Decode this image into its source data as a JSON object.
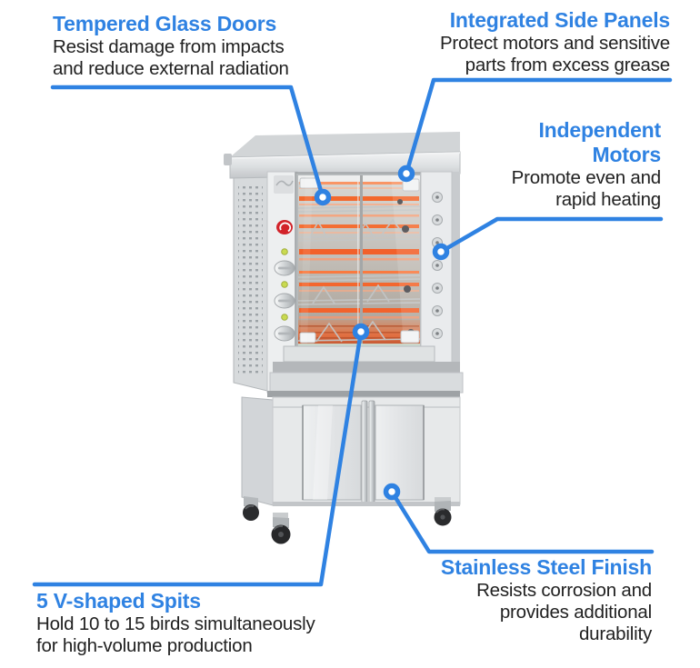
{
  "diagram": {
    "accent_color": "#2f82e2",
    "text_color": "#212121",
    "icons": {
      "callout_marker": "circle-dot",
      "product_image": "rotisserie-oven"
    },
    "callouts": {
      "tempered_glass": {
        "title": "Tempered Glass Doors",
        "description": "Resist damage from impacts\nand reduce external radiation"
      },
      "integrated_side_panels": {
        "title": "Integrated Side Panels",
        "description": "Protect motors and sensitive\nparts from excess grease"
      },
      "independent_motors": {
        "title": "Independent\nMotors",
        "description": "Promote even and\nrapid heating"
      },
      "stainless_steel_finish": {
        "title": "Stainless Steel Finish",
        "description": "Resists corrosion and\nprovides additional\ndurability"
      },
      "v_shaped_spits": {
        "title": "5 V-shaped Spits",
        "description": "Hold 10 to 15 birds simultaneously\nfor high-volume production"
      }
    }
  }
}
